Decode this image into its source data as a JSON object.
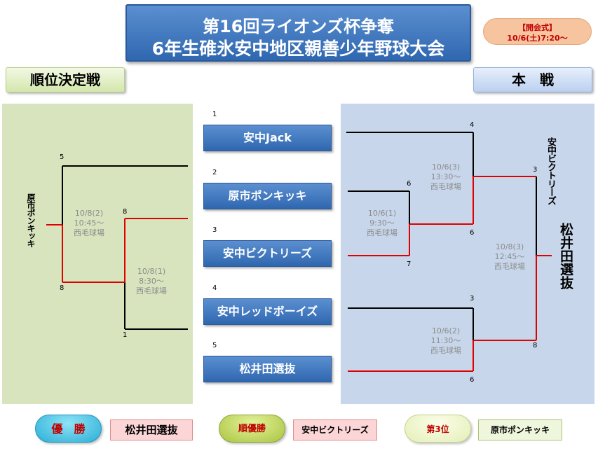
{
  "title": {
    "line1": "第16回ライオンズ杯争奪",
    "line2": "6年生碓氷安中地区親善少年野球大会"
  },
  "opening": {
    "label": "【開会式】",
    "datetime": "10/6(土)7:20〜"
  },
  "sections": {
    "left": "順位決定戦",
    "right": "本　戦"
  },
  "teams": [
    {
      "num": "1",
      "name": "安中Jack"
    },
    {
      "num": "2",
      "name": "原市ポンキッキ"
    },
    {
      "num": "3",
      "name": "安中ビクトリーズ"
    },
    {
      "num": "4",
      "name": "安中レッドボーイズ"
    },
    {
      "num": "5",
      "name": "松井田選抜"
    }
  ],
  "left_bracket": {
    "seeds": {
      "top": "5",
      "mid_upper": "8",
      "mid_lower": "8",
      "bottom": "1"
    },
    "matches": [
      {
        "date": "10/8(2)",
        "time": "10:45〜",
        "venue": "西毛球場"
      },
      {
        "date": "10/8(1)",
        "time": "8:30〜",
        "venue": "西毛球場"
      }
    ],
    "winner": "原市ポンキッキ"
  },
  "right_bracket": {
    "seeds": {
      "a": "4",
      "b": "6",
      "c": "6",
      "d": "7",
      "e": "3",
      "f": "6",
      "g": "3",
      "h": "8"
    },
    "matches": [
      {
        "date": "10/6(3)",
        "time": "13:30〜",
        "venue": "西毛球場"
      },
      {
        "date": "10/6(1)",
        "time": "9:30〜",
        "venue": "西毛球場"
      },
      {
        "date": "10/6(2)",
        "time": "11:30〜",
        "venue": "西毛球場"
      },
      {
        "date": "10/8(3)",
        "time": "12:45〜",
        "venue": "西毛球場"
      }
    ],
    "runner_up_name": "安中ビクトリーズ",
    "champion_name": "松井田選抜"
  },
  "results": {
    "first": {
      "label": "優　勝",
      "team": "松井田選抜"
    },
    "second": {
      "label": "順優勝",
      "team": "安中ビクトリーズ"
    },
    "third": {
      "label": "第3位",
      "team": "原市ポンキッキ"
    }
  },
  "colors": {
    "accent_blue": "#2f67b0",
    "winner_line": "#e00000",
    "panel_left": "#d8e4bd",
    "panel_right": "#c7d6ea"
  }
}
